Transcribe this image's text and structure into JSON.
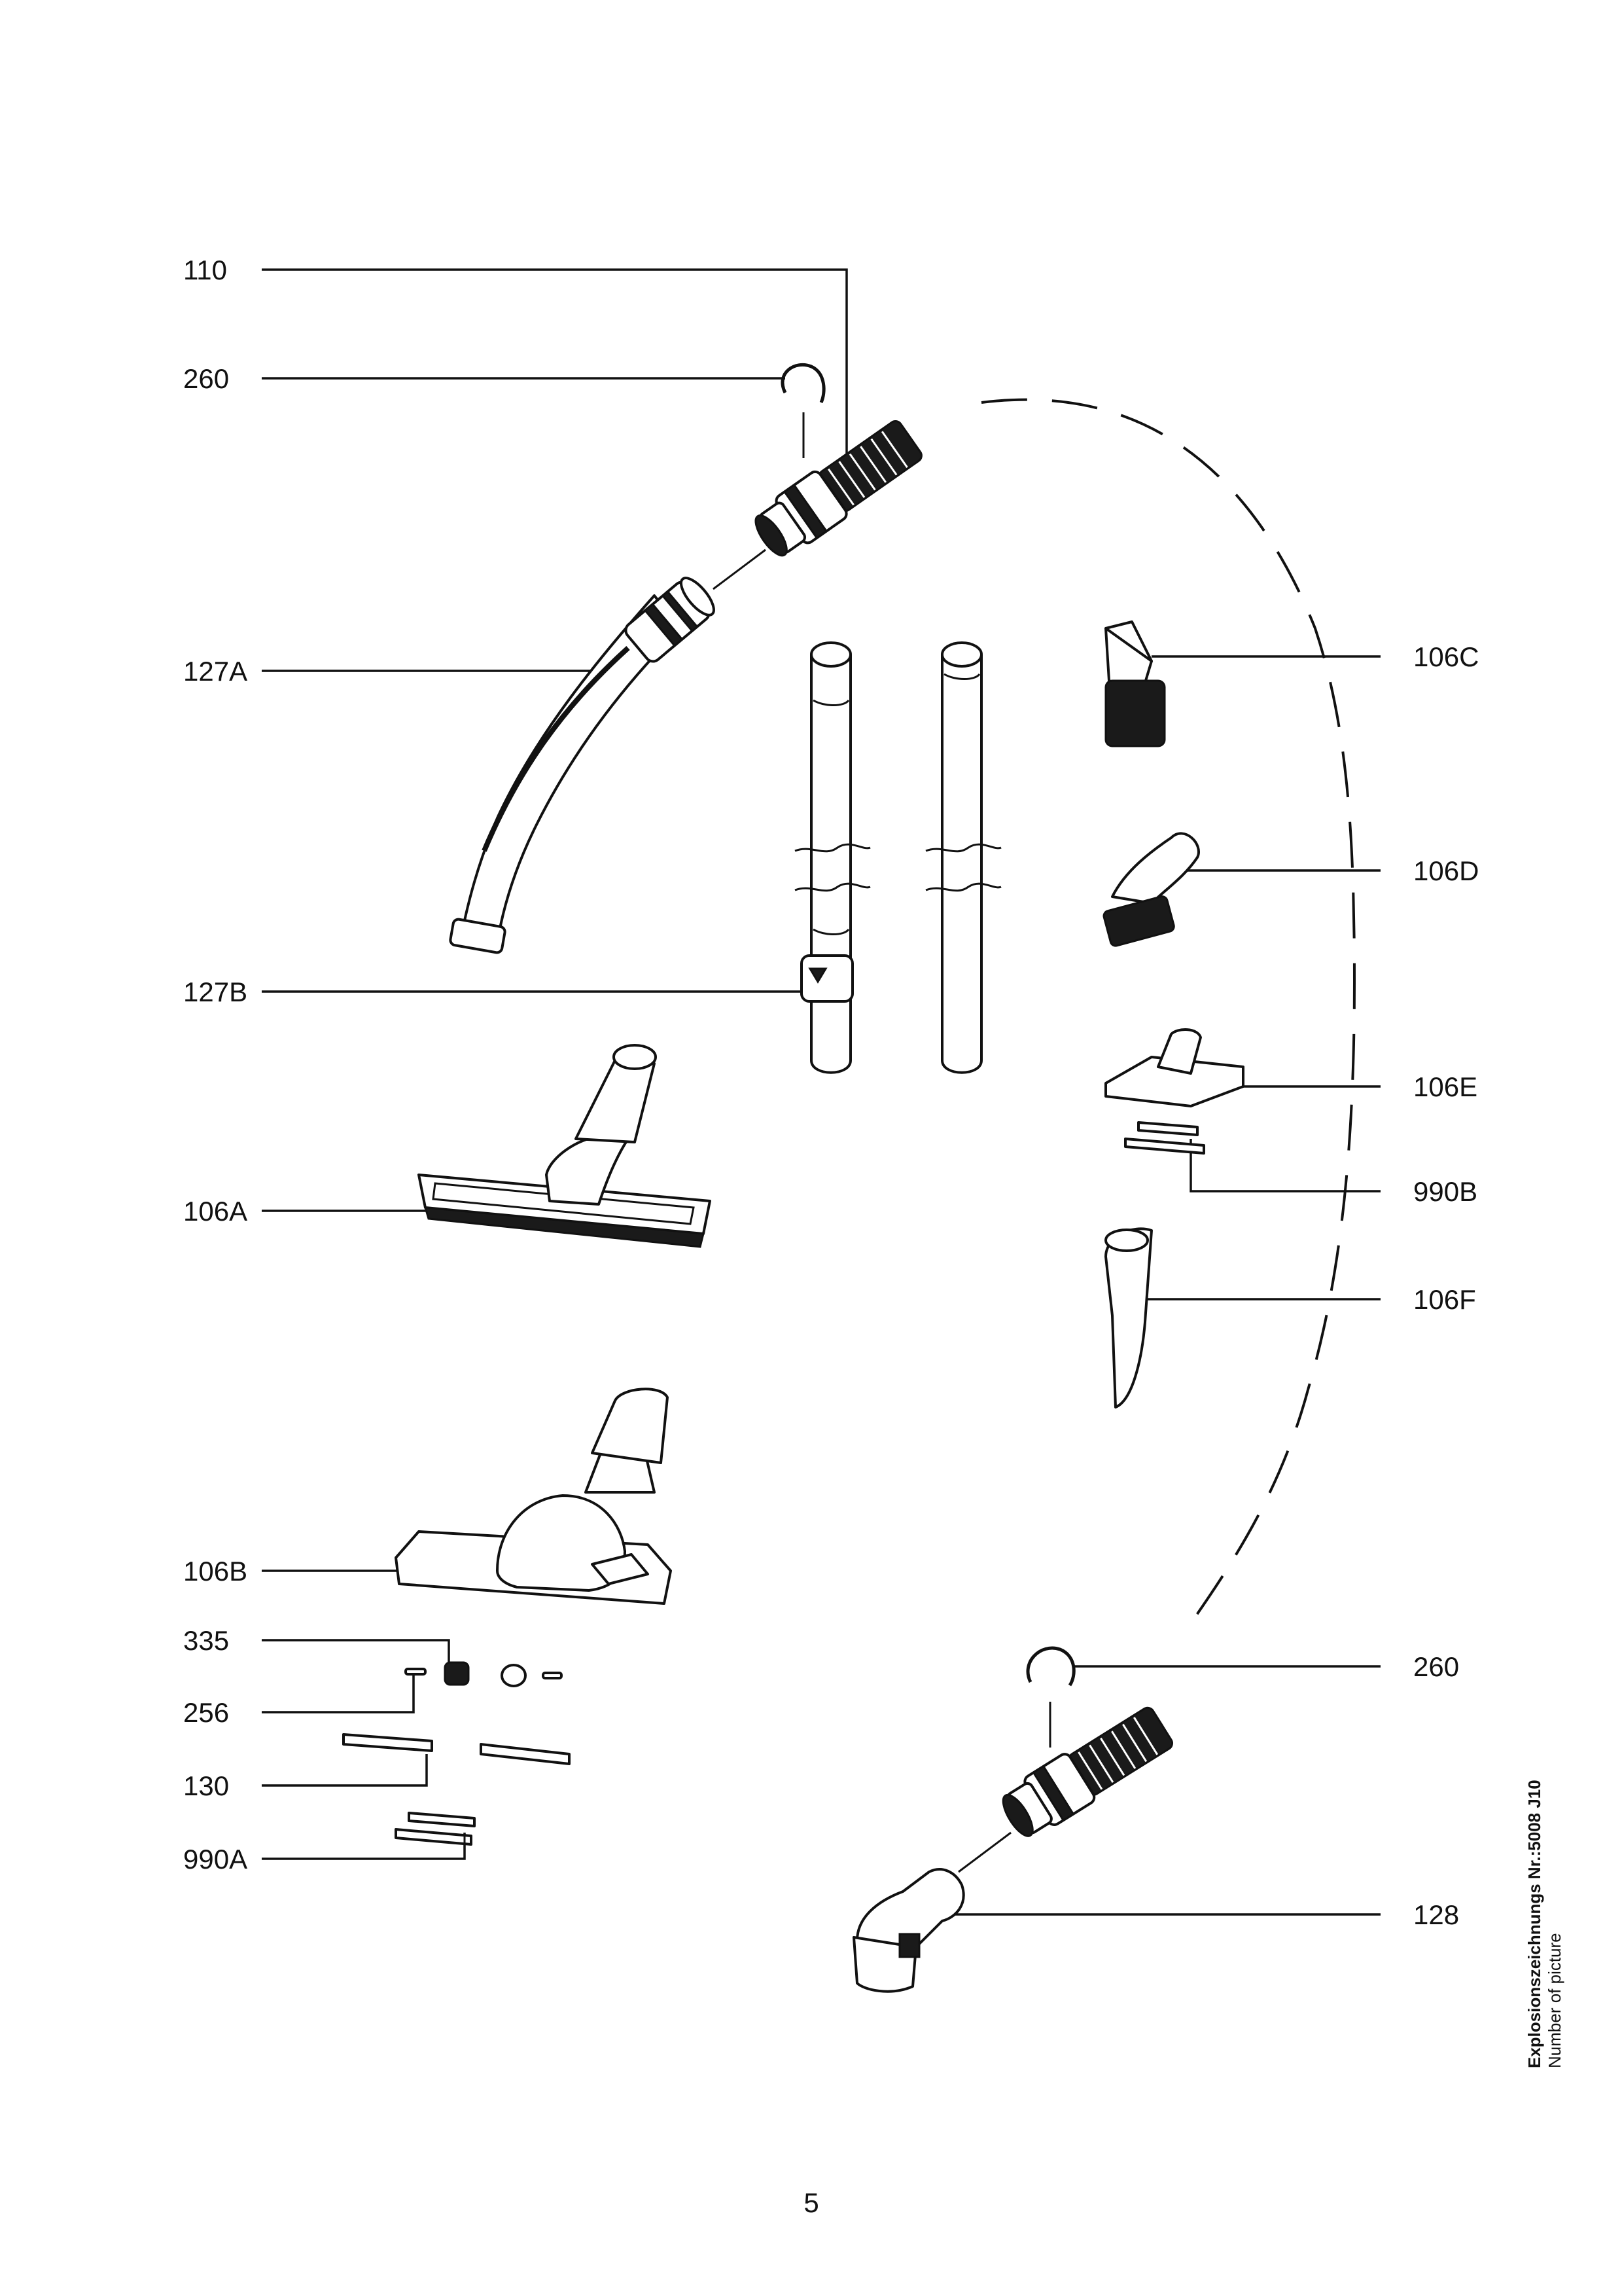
{
  "labels": {
    "l110": "110",
    "l260a": "260",
    "l127a": "127A",
    "l127b": "127B",
    "l106a": "106A",
    "l106b": "106B",
    "l335": "335",
    "l256": "256",
    "l130": "130",
    "l990a": "990A",
    "l106c": "106C",
    "l106d": "106D",
    "l106e": "106E",
    "l990b": "990B",
    "l106f": "106F",
    "l260b": "260",
    "l128": "128"
  },
  "page_number": "5",
  "caption": {
    "line1": "Explosionszeichnungs Nr.:5008 J10",
    "line2": "Number of picture"
  }
}
